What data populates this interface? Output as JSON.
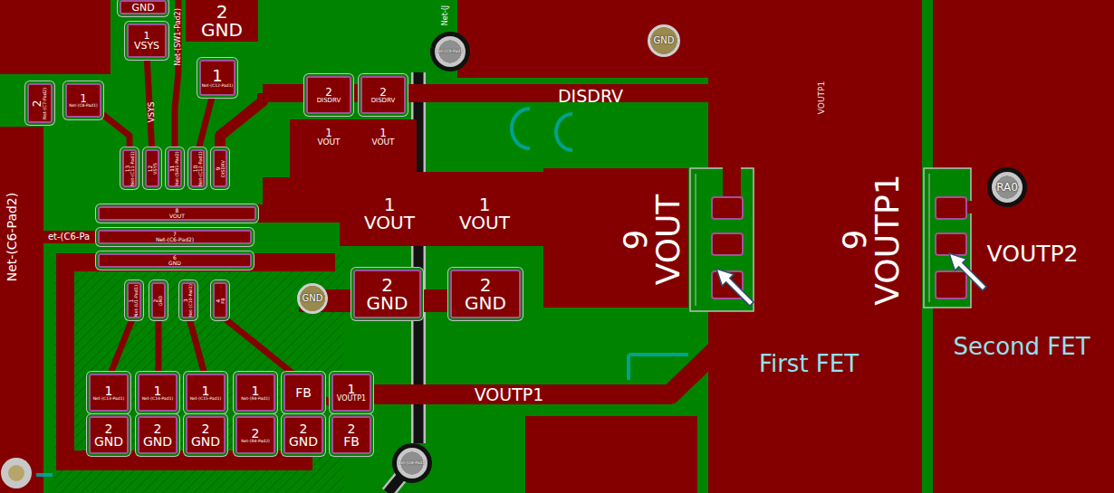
{
  "diagram": {
    "nodes": [
      {
        "text": [
          "GND"
        ]
      },
      {
        "text": [
          "1",
          "VSYS"
        ]
      },
      {
        "text": [
          "2",
          "GND"
        ]
      },
      {
        "text": [
          "1",
          "Net-(C12-Pad1)"
        ]
      },
      {
        "text": [
          "2",
          "Net-(C7-Pad2)"
        ]
      },
      {
        "text": [
          "1",
          "Net-(C8-Pad1)"
        ]
      },
      {
        "text": [
          "2",
          "DISDRV"
        ]
      },
      {
        "text": [
          "2",
          "DISDRV"
        ]
      },
      {
        "text": [
          "1",
          "VOUT"
        ]
      },
      {
        "text": [
          "1",
          "VOUT"
        ]
      },
      {
        "text": [
          "13",
          "Net-(C11-Pad1)"
        ]
      },
      {
        "text": [
          "12",
          "VSYS"
        ]
      },
      {
        "text": [
          "11",
          "Net-(SW1-Pad2)"
        ]
      },
      {
        "text": [
          "10",
          "Net-(C12-Pad1)"
        ]
      },
      {
        "text": [
          "9",
          "DISDRV"
        ]
      },
      {
        "text": [
          "8",
          "VOUT"
        ]
      },
      {
        "text": [
          "7",
          "Net-(C6-Pad2)"
        ]
      },
      {
        "text": [
          "6",
          "GND"
        ]
      },
      {
        "text": [
          "1",
          "VOUT"
        ]
      },
      {
        "text": [
          "1",
          "VOUT"
        ]
      },
      {
        "text": [
          "9",
          "VOUT"
        ]
      },
      {
        "text": [
          "9",
          "VOUTP1"
        ]
      },
      {
        "text": [
          "GND"
        ]
      },
      {
        "text": [
          "Net-(C9-Pad1)"
        ]
      },
      {
        "text": [
          "2",
          "GND"
        ]
      },
      {
        "text": [
          "2",
          "GND"
        ]
      },
      {
        "text": [
          "GND"
        ]
      },
      {
        "text": [
          "1",
          "Net-(U1-Pad1)"
        ]
      },
      {
        "text": [
          "2",
          "GND"
        ]
      },
      {
        "text": [
          "3",
          "Net-(C10-Pad1)"
        ]
      },
      {
        "text": [
          "4",
          "FB"
        ]
      },
      {
        "text": [
          "RA0"
        ]
      },
      {
        "text": [
          "1",
          "Net-(C13-Pad1)"
        ]
      },
      {
        "text": [
          "1",
          "Net-(C14-Pad1)"
        ]
      },
      {
        "text": [
          "1",
          "Net-(C15-Pad1)"
        ]
      },
      {
        "text": [
          "1",
          "Net-(R4-Pad1)"
        ]
      },
      {
        "text": [
          "FB"
        ]
      },
      {
        "text": [
          "1",
          "VOUTP1"
        ]
      },
      {
        "text": [
          "2",
          "GND"
        ]
      },
      {
        "text": [
          "2",
          "GND"
        ]
      },
      {
        "text": [
          "2",
          "GND"
        ]
      },
      {
        "text": [
          "2",
          "Net-(R4-Pad2)"
        ]
      },
      {
        "text": [
          "2",
          "GND"
        ]
      },
      {
        "text": [
          "2",
          "FB"
        ]
      },
      {
        "text": [
          "Net-(U8-Pad1)"
        ]
      }
    ],
    "labels": [
      "Net-(SW1-Pad2)",
      "Net-(J",
      "DISDRV",
      "VSYS",
      "VOUTP1",
      "Net-(C6-Pad2)",
      "et-(C6-Pa",
      "VOUTP2",
      "Second FET",
      "First FET",
      "VOUTP1"
    ]
  }
}
